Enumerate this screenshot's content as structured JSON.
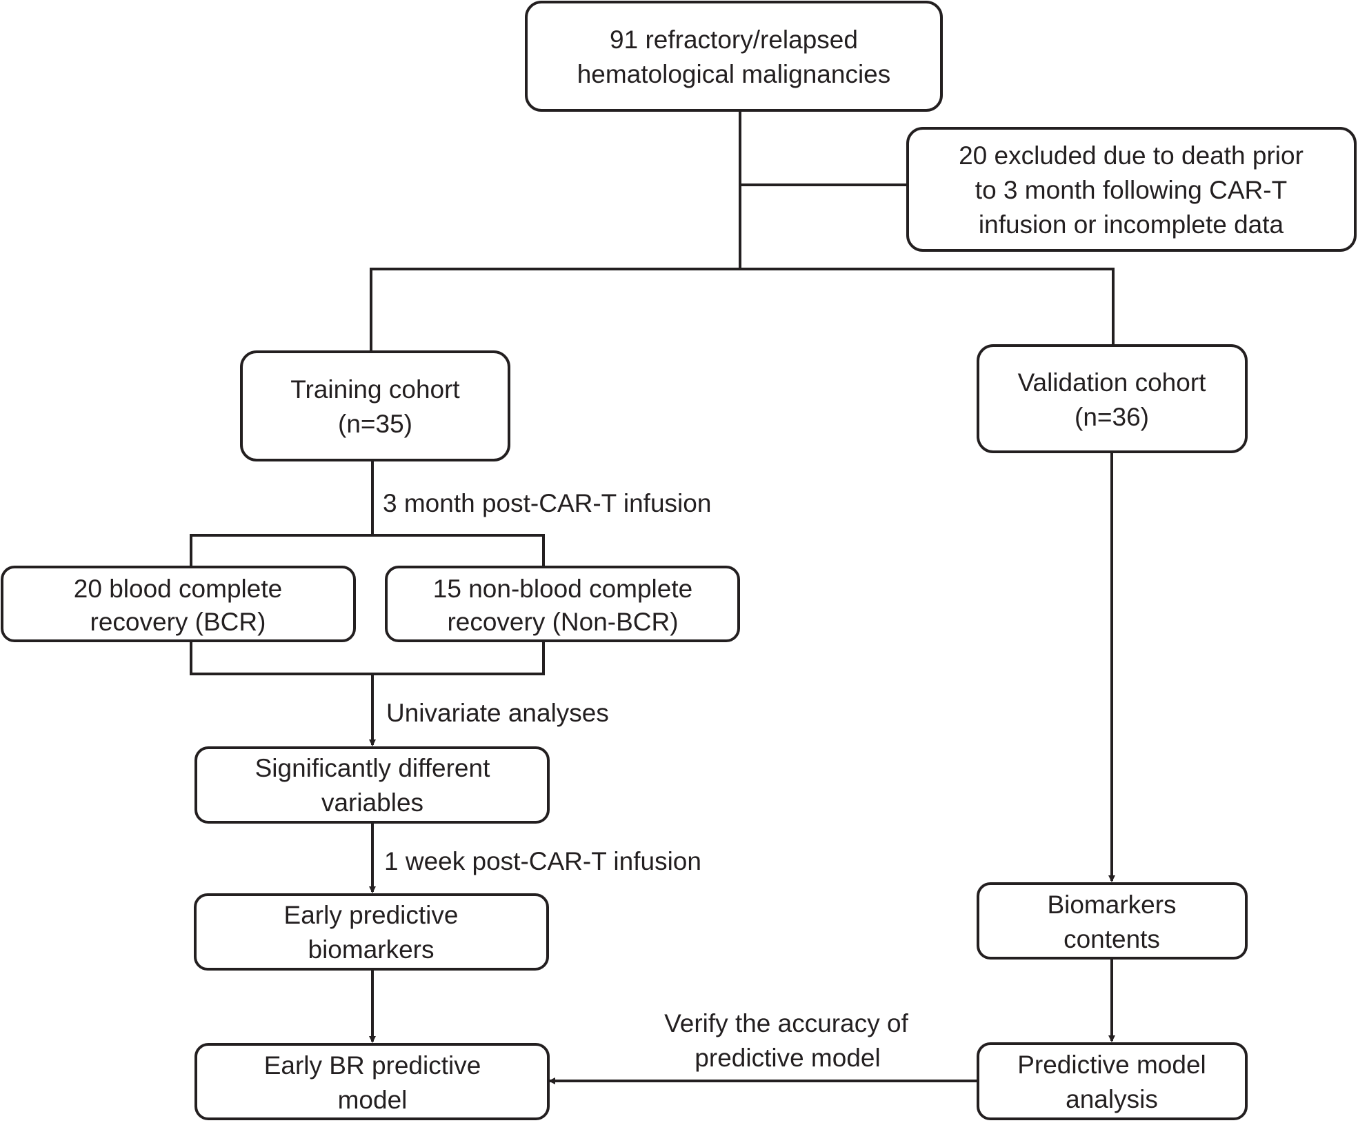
{
  "boxes": {
    "total": [
      "91 refractory/relapsed",
      "hematological malignancies"
    ],
    "excluded": [
      "20 excluded due to death prior",
      "to 3 month following CAR-T",
      "infusion or incomplete data"
    ],
    "training": [
      "Training cohort",
      "(n=35)"
    ],
    "validation": [
      "Validation cohort",
      "(n=36)"
    ],
    "bcr": [
      "20 blood complete",
      "recovery (BCR)"
    ],
    "nonbcr": [
      "15 non-blood complete",
      "recovery (Non-BCR)"
    ],
    "sigvars": [
      "Significantly different",
      "variables"
    ],
    "early_biomarkers": [
      "Early predictive",
      "biomarkers"
    ],
    "early_model": [
      "Early BR predictive",
      "model"
    ],
    "biomarker_contents": [
      "Biomarkers",
      "contents"
    ],
    "model_analysis": [
      "Predictive model",
      "analysis"
    ]
  },
  "labels": {
    "three_month": "3 month post-CAR-T infusion",
    "univariate": "Univariate analyses",
    "one_week": "1 week post-CAR-T infusion",
    "verify": [
      "Verify the accuracy of",
      "predictive model"
    ]
  }
}
